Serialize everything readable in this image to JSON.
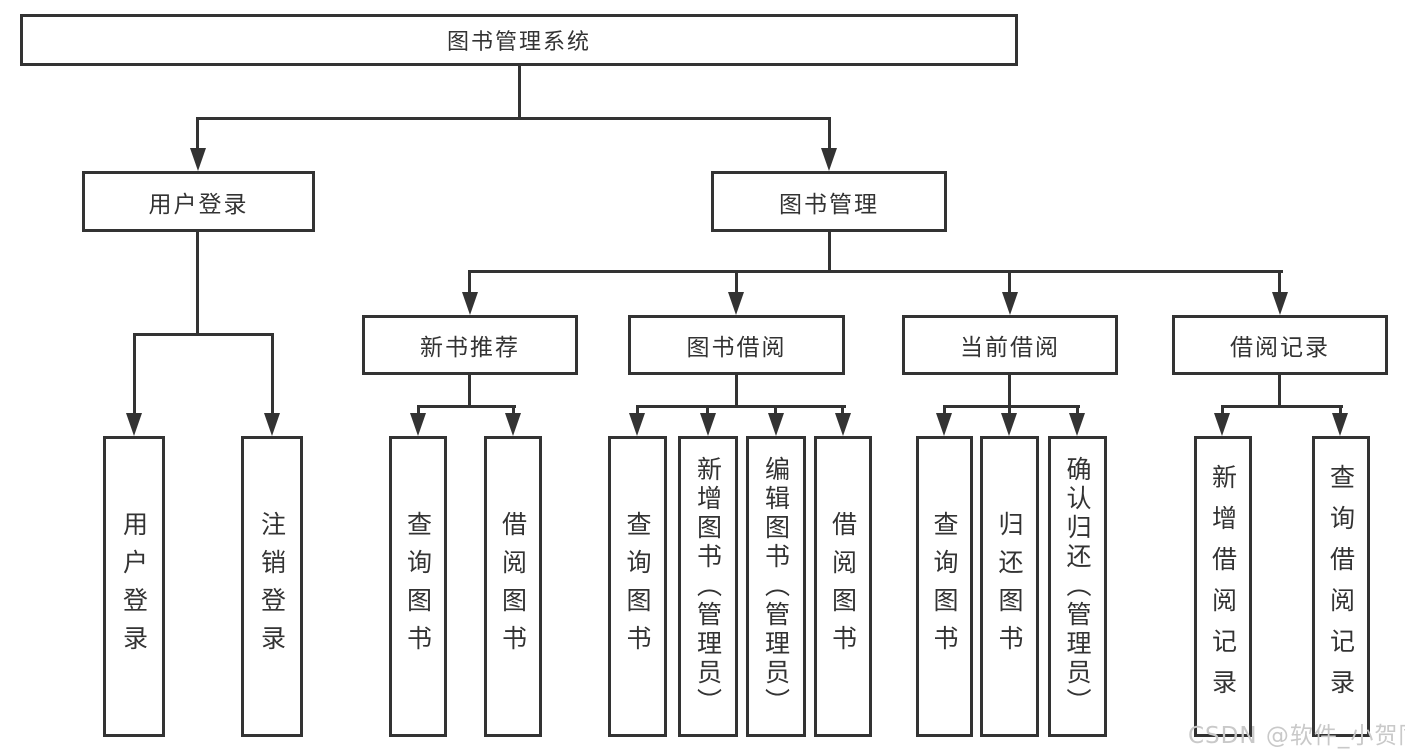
{
  "diagram": {
    "root": {
      "label": "图书管理系统",
      "children": [
        {
          "label": "用户登录",
          "children": [
            {
              "label": "用户登录"
            },
            {
              "label": "注销登录"
            }
          ]
        },
        {
          "label": "图书管理",
          "children": [
            {
              "label": "新书推荐",
              "children": [
                {
                  "label": "查询图书"
                },
                {
                  "label": "借阅图书"
                }
              ]
            },
            {
              "label": "图书借阅",
              "children": [
                {
                  "label": "查询图书"
                },
                {
                  "label": "新增图书（管理员）"
                },
                {
                  "label": "编辑图书（管理员）"
                },
                {
                  "label": "借阅图书"
                }
              ]
            },
            {
              "label": "当前借阅",
              "children": [
                {
                  "label": "查询图书"
                },
                {
                  "label": "归还图书"
                },
                {
                  "label": "确认归还（管理员）"
                }
              ]
            },
            {
              "label": "借阅记录",
              "children": [
                {
                  "label": "新增借阅记录"
                },
                {
                  "label": "查询借阅记录"
                }
              ]
            }
          ]
        }
      ]
    }
  },
  "watermark": {
    "text": "CSDN @软件_小贺同学"
  },
  "colors": {
    "line": "#333333",
    "text": "#333333",
    "background": "#ffffff",
    "watermark": "#c9c9c9"
  }
}
